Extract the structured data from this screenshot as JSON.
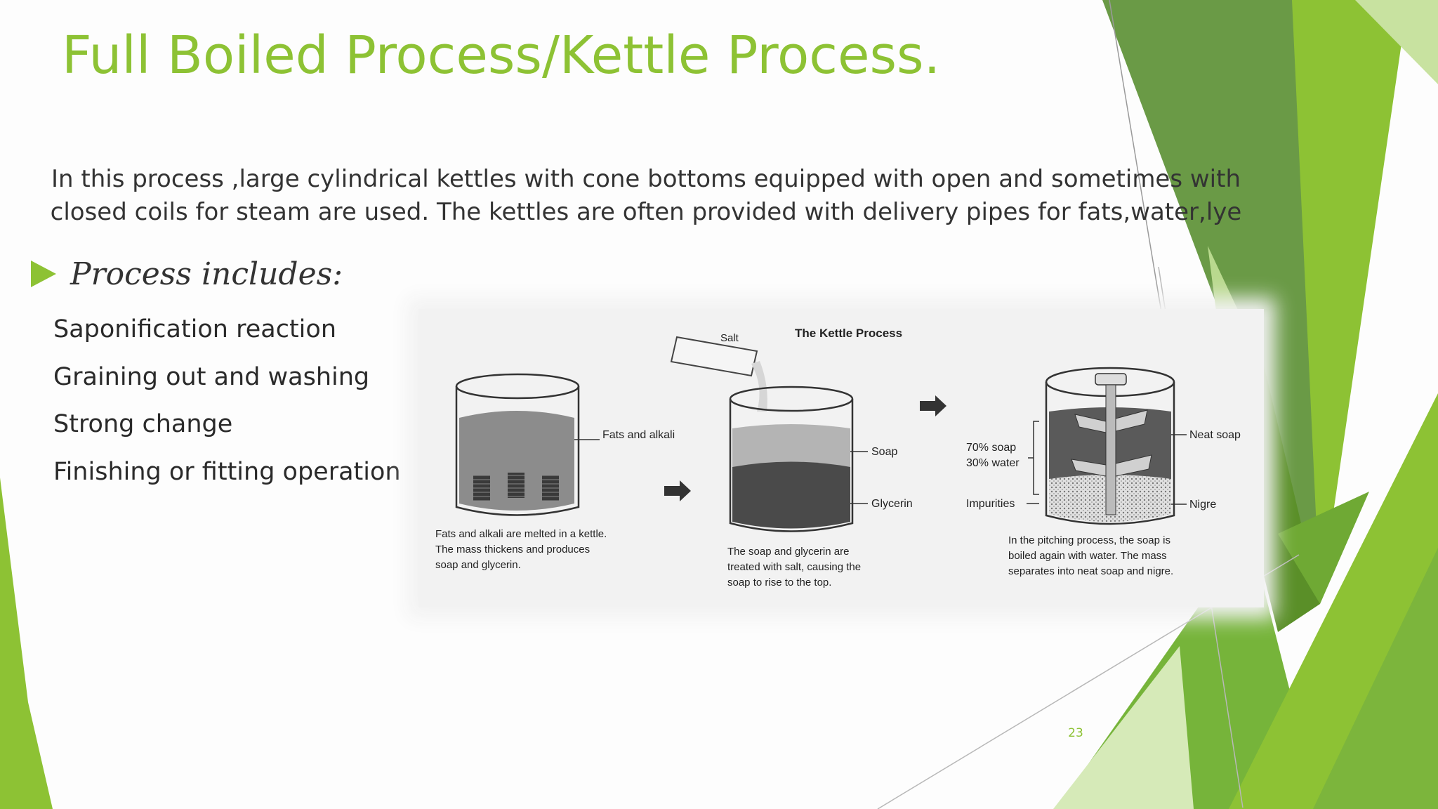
{
  "slide": {
    "title": "Full Boiled Process/Kettle Process.",
    "intro": " In this process ,large cylindrical kettles with cone bottoms equipped with open and sometimes with closed coils for steam are used. The kettles are often provided with delivery pipes for fats,water,lye",
    "bullet_heading": "Process includes:",
    "steps": [
      "Saponification reaction",
      "Graining out and washing",
      "Strong change",
      "Finishing or fitting operation"
    ],
    "page_number": "23"
  },
  "figure": {
    "title": "The Kettle Process",
    "salt_label": "Salt",
    "kettle1": {
      "label": "Fats and alkali",
      "caption": [
        "Fats and alkali are melted in a kettle.",
        "The mass thickens and produces",
        "soap and glycerin."
      ]
    },
    "kettle2": {
      "soap_label": "Soap",
      "glycerin_label": "Glycerin",
      "caption": [
        "The soap and glycerin are",
        "treated with salt, causing the",
        "soap to rise to the top."
      ]
    },
    "kettle3": {
      "soap_pct": "70% soap",
      "water_pct": "30% water",
      "impurities_label": "Impurities",
      "neat_soap_label": "Neat soap",
      "nigre_label": "Nigre",
      "caption": [
        "In the pitching process, the soap is",
        "boiled again with water. The mass",
        "separates into neat soap and nigre."
      ]
    }
  },
  "colors": {
    "accent": "#8dc234",
    "text": "#333333",
    "green_dark": "#5a9a1a",
    "green_mid": "#76b43a",
    "green_light": "#c8e2a0"
  },
  "icons": {
    "bullet": "triangle-right-icon"
  }
}
